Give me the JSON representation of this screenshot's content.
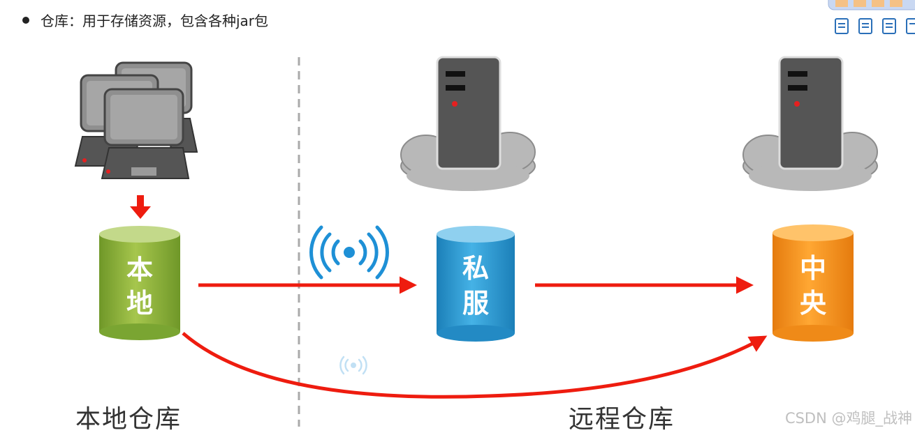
{
  "header": {
    "bullet_text": "仓库：用于存储资源，包含各种jar包"
  },
  "repos": {
    "local": {
      "char1": "本",
      "char2": "地",
      "color_top": "#b8cf6a",
      "color_body": "#8ab03c"
    },
    "private": {
      "char1": "私",
      "char2": "服",
      "color_top": "#8fd0ef",
      "color_body": "#2e9bd3"
    },
    "central": {
      "char1": "中",
      "char2": "央",
      "color_top": "#ffc36a",
      "color_body": "#f7931e"
    }
  },
  "sections": {
    "local_label": "本地仓库",
    "remote_label": "远程仓库"
  },
  "watermark": "CSDN @鸡腿_战神",
  "colors": {
    "arrow": "#ee1c0f",
    "server": "#555555",
    "cloud": "#b8b8b8",
    "divider": "#aaaaaa",
    "wifi": "#1e90d6"
  },
  "icons": [
    "monitor-group-icon",
    "server-icon",
    "cloud-icon",
    "wifi-icon",
    "document-icon"
  ]
}
